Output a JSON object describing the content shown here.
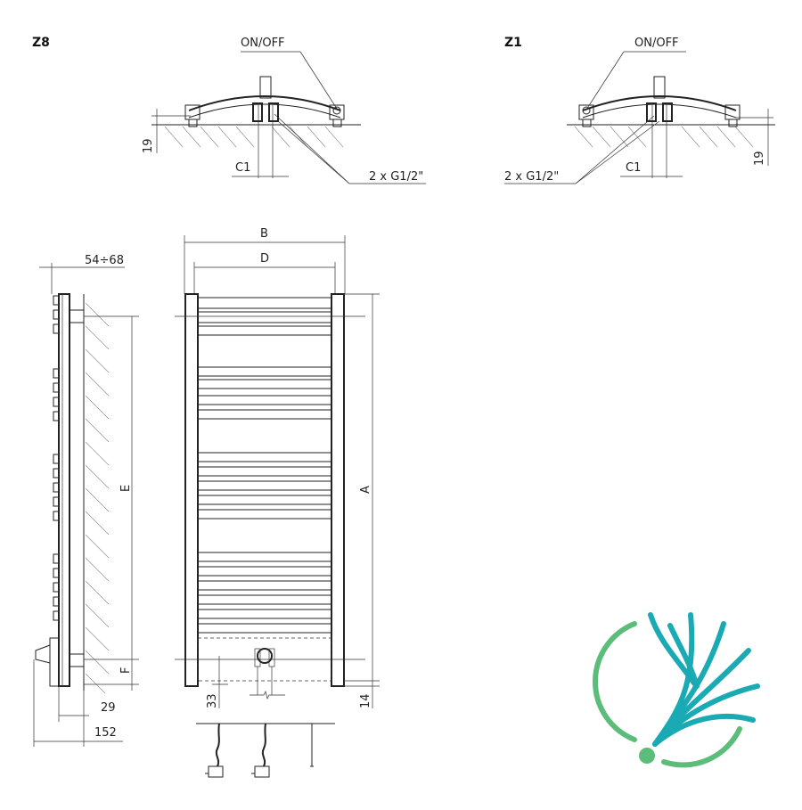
{
  "top_left": {
    "code": "Z8",
    "switch_label": "ON/OFF",
    "dim_height": "19",
    "dim_c1": "C1",
    "connection_label": "2 x G1/2\""
  },
  "top_right": {
    "code": "Z1",
    "switch_label": "ON/OFF",
    "dim_height": "19",
    "dim_c1": "C1",
    "connection_label": "2 x G1/2\""
  },
  "side_view": {
    "dim_wall_gap": "54÷68",
    "dim_e": "E",
    "dim_f": "F",
    "dim_29": "29",
    "dim_152": "152"
  },
  "front_view": {
    "dim_b": "B",
    "dim_d": "D",
    "dim_a": "A",
    "dim_33": "33",
    "dim_14": "14"
  },
  "colors": {
    "logo_green": "#5cbd7a",
    "logo_teal": "#19aab4"
  }
}
